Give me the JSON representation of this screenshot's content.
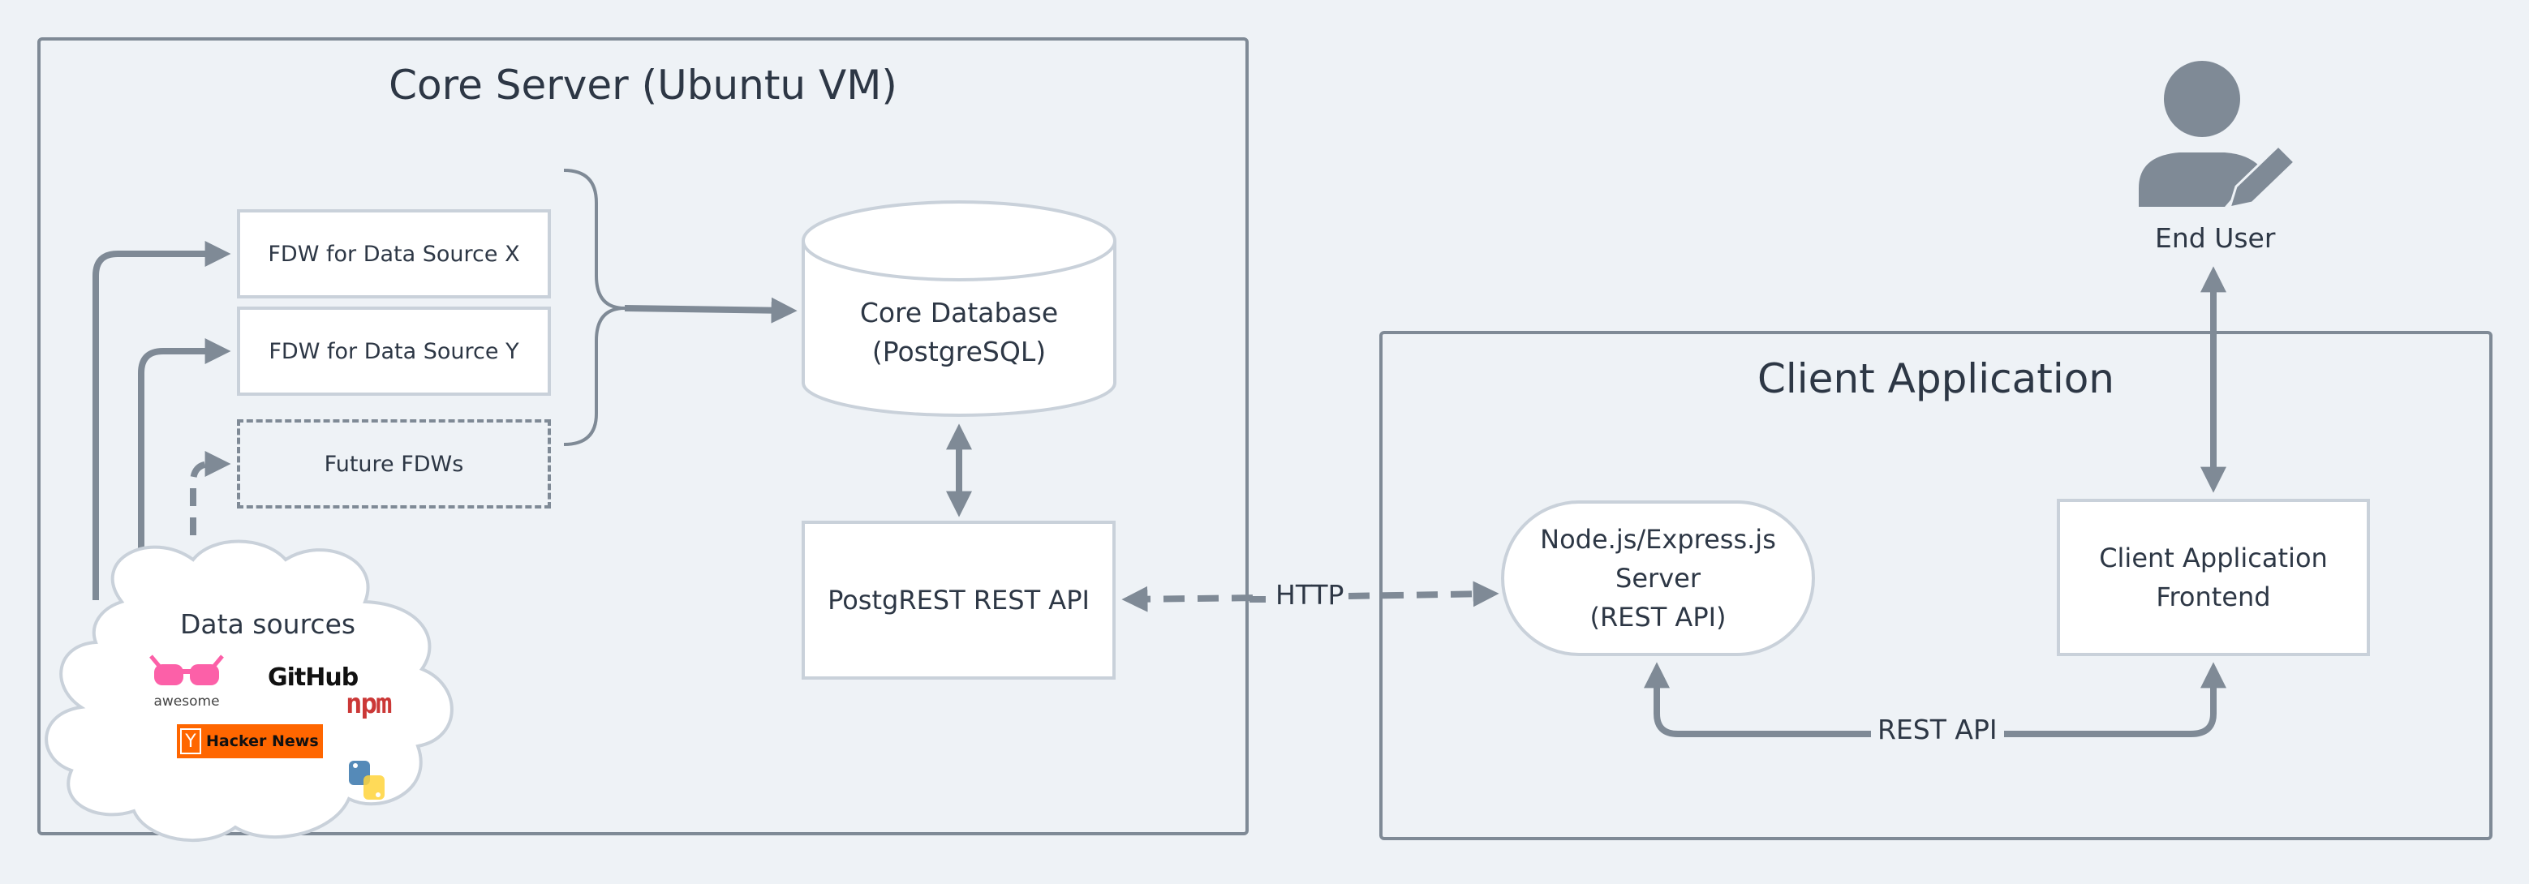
{
  "core_server": {
    "title": "Core Server (Ubuntu VM)"
  },
  "client_app": {
    "title": "Client Application"
  },
  "fdw": {
    "x": "FDW for Data Source X",
    "y": "FDW for Data Source Y",
    "future": "Future FDWs"
  },
  "database": {
    "line1": "Core Database",
    "line2": "(PostgreSQL)"
  },
  "postgrest": {
    "label": "PostgREST REST API"
  },
  "data_sources": {
    "title": "Data sources",
    "logos": {
      "awesome": "awesome",
      "github": "GitHub",
      "npm": "npm",
      "hn_badge": "Y",
      "hacker_news": "Hacker News"
    }
  },
  "node_server": {
    "line1": "Node.js/Express.js",
    "line2": "Server",
    "line3": "(REST API)"
  },
  "frontend": {
    "line1": "Client Application",
    "line2": "Frontend"
  },
  "end_user": {
    "label": "End User"
  },
  "edges": {
    "http": "HTTP",
    "rest_api": "REST API"
  },
  "colors": {
    "background": "#eef2f6",
    "stroke": "#7f8a96",
    "node_border": "#c9d1da",
    "text": "#2d3745"
  }
}
